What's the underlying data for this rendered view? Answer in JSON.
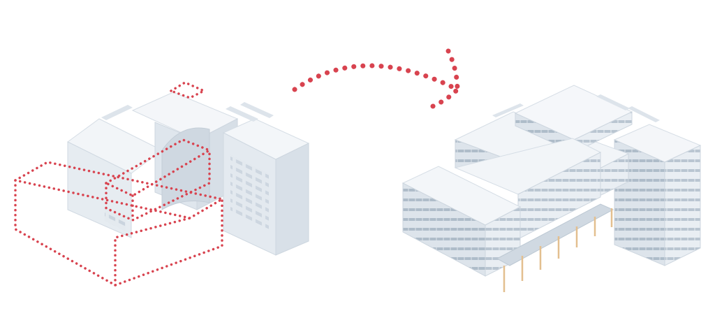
{
  "diagram": {
    "type": "isometric-transformation",
    "panels": [
      "existing-building-with-demolition-outline",
      "transformed-building"
    ],
    "connector": "dotted-curved-arrow"
  },
  "colors": {
    "background": "#ffffff",
    "accent_red": "#d8434f",
    "facade_light": "#eef2f6",
    "facade_mid": "#dfe6ed",
    "facade_dark": "#c9d3dd",
    "roof": "#f4f6f9",
    "window": "#b8c4d0",
    "column": "#e8c9a0"
  }
}
